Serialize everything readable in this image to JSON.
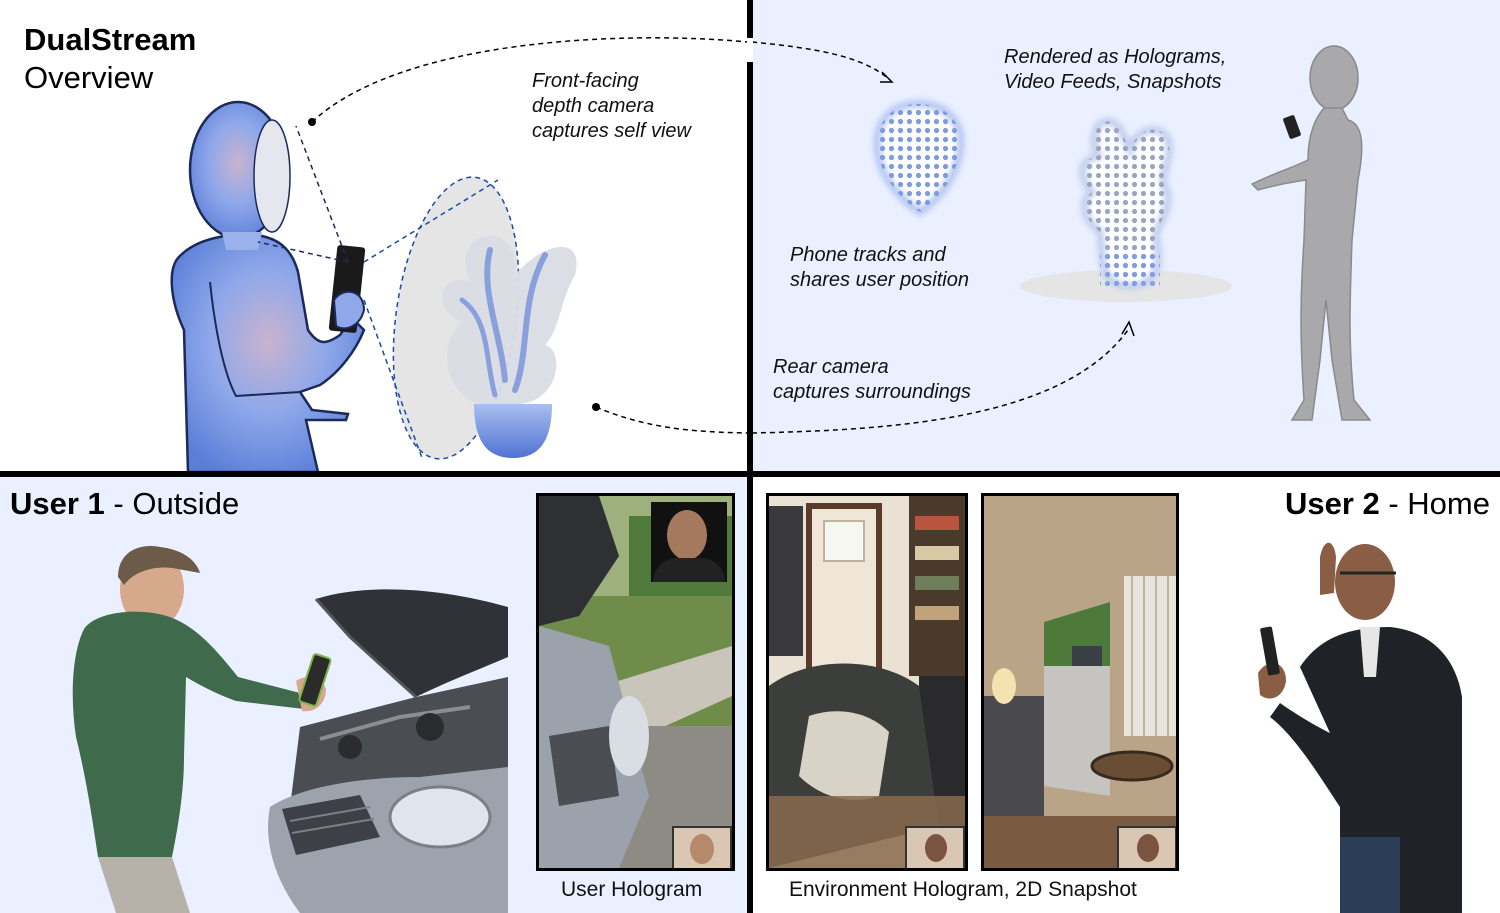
{
  "overview": {
    "title": "DualStream",
    "subtitle": "Overview",
    "caption_front": [
      "Front-facing",
      "depth camera",
      "captures self view"
    ],
    "caption_rendered": [
      "Rendered as Holograms,",
      "Video Feeds, Snapshots"
    ],
    "caption_phone": [
      "Phone tracks and",
      "shares user position"
    ],
    "caption_rear": [
      "Rear camera",
      "captures surroundings"
    ]
  },
  "user1": {
    "heading_bold": "User 1",
    "heading_rest": " - Outside",
    "screen_label": "User Hologram"
  },
  "user2": {
    "heading_bold": "User 2",
    "heading_rest": " - Home",
    "screen_label": "Environment Hologram, 2D Snapshot"
  },
  "colors": {
    "accent_blue": "#5b7fd8",
    "panel_tint": "#eaf0ff",
    "divider": "#000000"
  }
}
